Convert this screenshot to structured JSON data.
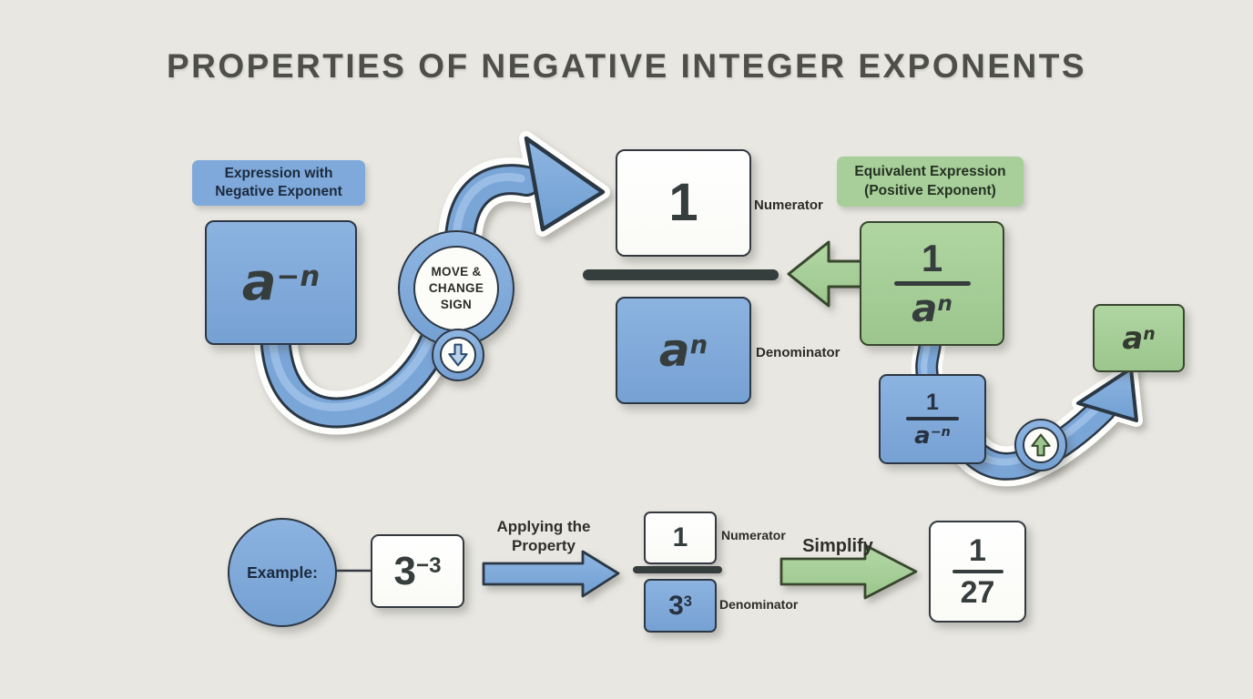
{
  "colors": {
    "background": "#E8E7E2",
    "blue_fill": "#7FA9DA",
    "green_fill": "#A8CF9A",
    "dark_border": "#2C3744",
    "ink": "#363D3D",
    "navy_text": "#1C2A3E",
    "title_text": "#4E4E4B"
  },
  "title": "PROPERTIES OF NEGATIVE INTEGER EXPONENTS",
  "top": {
    "neg_tag_line1": "Expression with",
    "neg_tag_line2": "Negative Exponent",
    "expr_base": "a",
    "expr_exp": "−n",
    "move_line1": "MOVE &",
    "move_line2": "CHANGE",
    "move_line3": "SIGN",
    "numerator_value": "1",
    "numerator_label": "Numerator",
    "den_base": "a",
    "den_exp": "n",
    "denominator_label": "Denominator",
    "pos_tag_line1": "Equivalent Expression",
    "pos_tag_line2": "(Positive Exponent)",
    "green_frac_num": "1",
    "green_frac_den_base": "a",
    "green_frac_den_exp": "n",
    "blue_frac_num": "1",
    "blue_frac_den_base": "a",
    "blue_frac_den_exp": "−n",
    "result_base": "a",
    "result_exp": "n"
  },
  "example": {
    "label": "Example:",
    "expr_base": "3",
    "expr_exp": "−3",
    "arrow1_line1": "Applying the",
    "arrow1_line2": "Property",
    "frac_num": "1",
    "frac_den_base": "3",
    "frac_den_exp": "3",
    "numerator_label": "Numerator",
    "denominator_label": "Denominator",
    "arrow2_label": "Simplify",
    "result_num": "1",
    "result_den": "27"
  }
}
